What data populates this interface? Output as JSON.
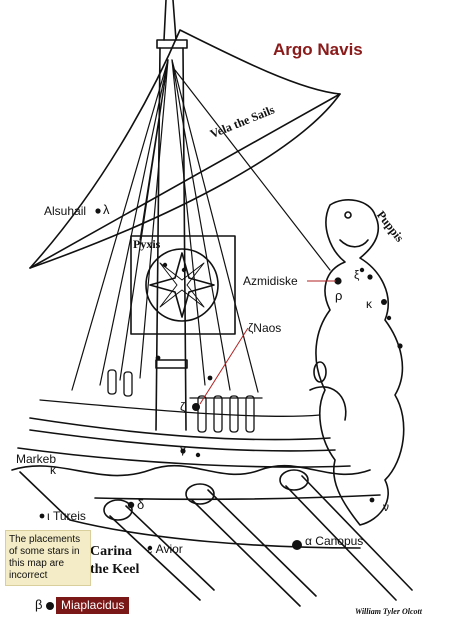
{
  "title": "Argo Navis",
  "sail_label": "Vela the Sails",
  "stern_label": "Puppis",
  "compass_label": "Pyxis",
  "keel_label_line1": "Carina",
  "keel_label_line2": "the Keel",
  "note": "The placements of some stars in this map are incorrect",
  "credit": "William Tyler Olcott",
  "stars": {
    "alsuhail": "Alsuhail",
    "lambda": "λ",
    "azmidiske": "Azmidiske",
    "xi": "ξ",
    "rho": "ρ",
    "kappa_puppis": "κ",
    "naos": "ζNaos",
    "zeta": "ζ",
    "gamma": "γ",
    "markeb": "Markeb",
    "kappa_vela": "κ",
    "delta": "δ",
    "tureis": "ι Tureis",
    "nu": "ν",
    "avior": "ε Avior",
    "canopus": "α Canopus",
    "beta": "β",
    "miaplacidus": "Miaplacidus"
  },
  "colors": {
    "title": "#8b1a1a",
    "note_bg": "#f3ecc6",
    "badge_bg": "#7a1717",
    "ink": "#111111",
    "star_pointer": "#b22222"
  }
}
